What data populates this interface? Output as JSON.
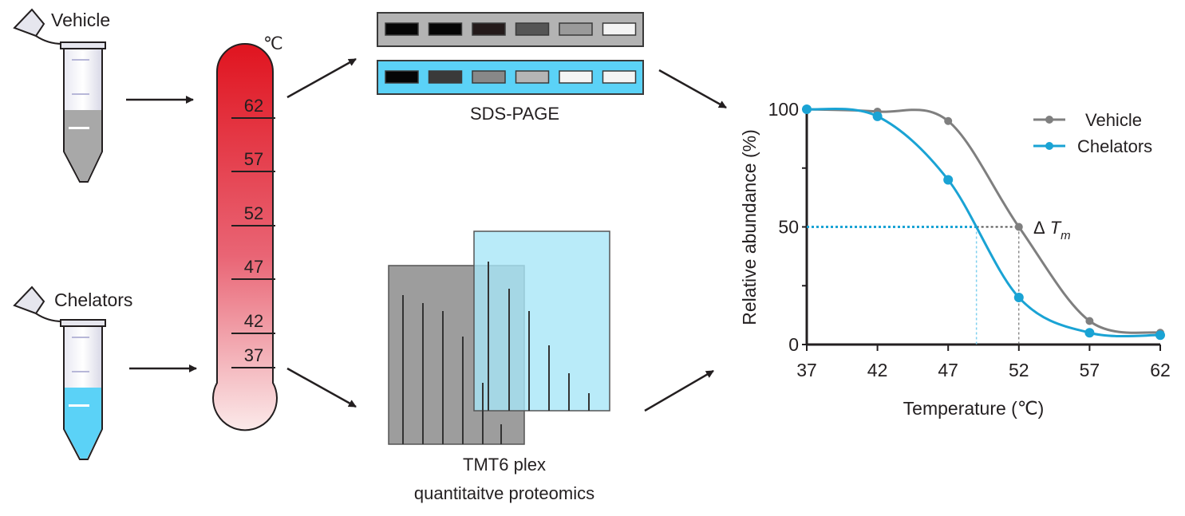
{
  "samples": {
    "vehicle_label": "Vehicle",
    "chelators_label": "Chelators"
  },
  "thermometer": {
    "unit": "℃",
    "ticks": [
      "62",
      "57",
      "52",
      "47",
      "42",
      "37"
    ]
  },
  "gel": {
    "label": "SDS-PAGE",
    "vehicle_bands": [
      "#050505",
      "#050505",
      "#241a1a",
      "#555555",
      "#9a9a9a",
      "#f4f4f4"
    ],
    "chelators_bands": [
      "#050505",
      "#3a3a3a",
      "#888888",
      "#b5b5b5",
      "#f4f4f4",
      "#f4f4f4"
    ],
    "vehicle_bg": "#b3b3b3",
    "chelators_bg": "#5bd2f7"
  },
  "proteomics": {
    "line1": "TMT6 plex",
    "line2": "quantitaitve proteomics"
  },
  "colors": {
    "vehicle": "#7f7f7f",
    "chelators": "#1aa3d4"
  },
  "chart_data": {
    "type": "line",
    "xlabel": "Temperature (℃)",
    "ylabel": "Relative abundance (%)",
    "x": [
      37,
      42,
      47,
      52,
      57,
      62
    ],
    "x_ticks": [
      "37",
      "42",
      "47",
      "52",
      "57",
      "62"
    ],
    "y_ticks": [
      "0",
      "50",
      "100"
    ],
    "xlim": [
      37,
      62
    ],
    "ylim": [
      0,
      100
    ],
    "series": [
      {
        "name": "Vehicle",
        "values": [
          100,
          99,
          95,
          50,
          10,
          5
        ],
        "tm": 52
      },
      {
        "name": "Chelators",
        "values": [
          100,
          97,
          70,
          20,
          5,
          4
        ],
        "tm": 49
      }
    ],
    "annotation": {
      "delta": "Δ",
      "symbol": "T",
      "subscript": "m"
    },
    "legend": "top-right"
  }
}
